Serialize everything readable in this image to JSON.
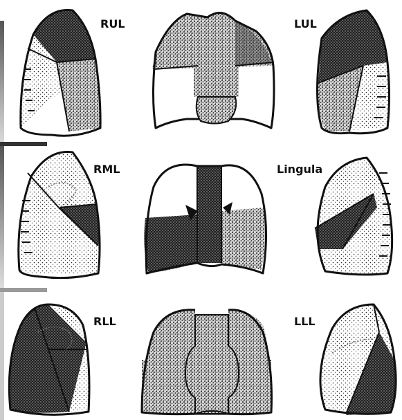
{
  "figure": {
    "labels": {
      "rul": "RUL",
      "lul": "LUL",
      "rml": "RML",
      "lingula": "Lingula",
      "rll": "RLL",
      "lll": "LLL"
    },
    "colors": {
      "ink": "#111111",
      "background": "#ffffff",
      "bar_dark": "#333333",
      "bar_mid": "#777777",
      "bar_light": "#bbbbbb"
    }
  }
}
